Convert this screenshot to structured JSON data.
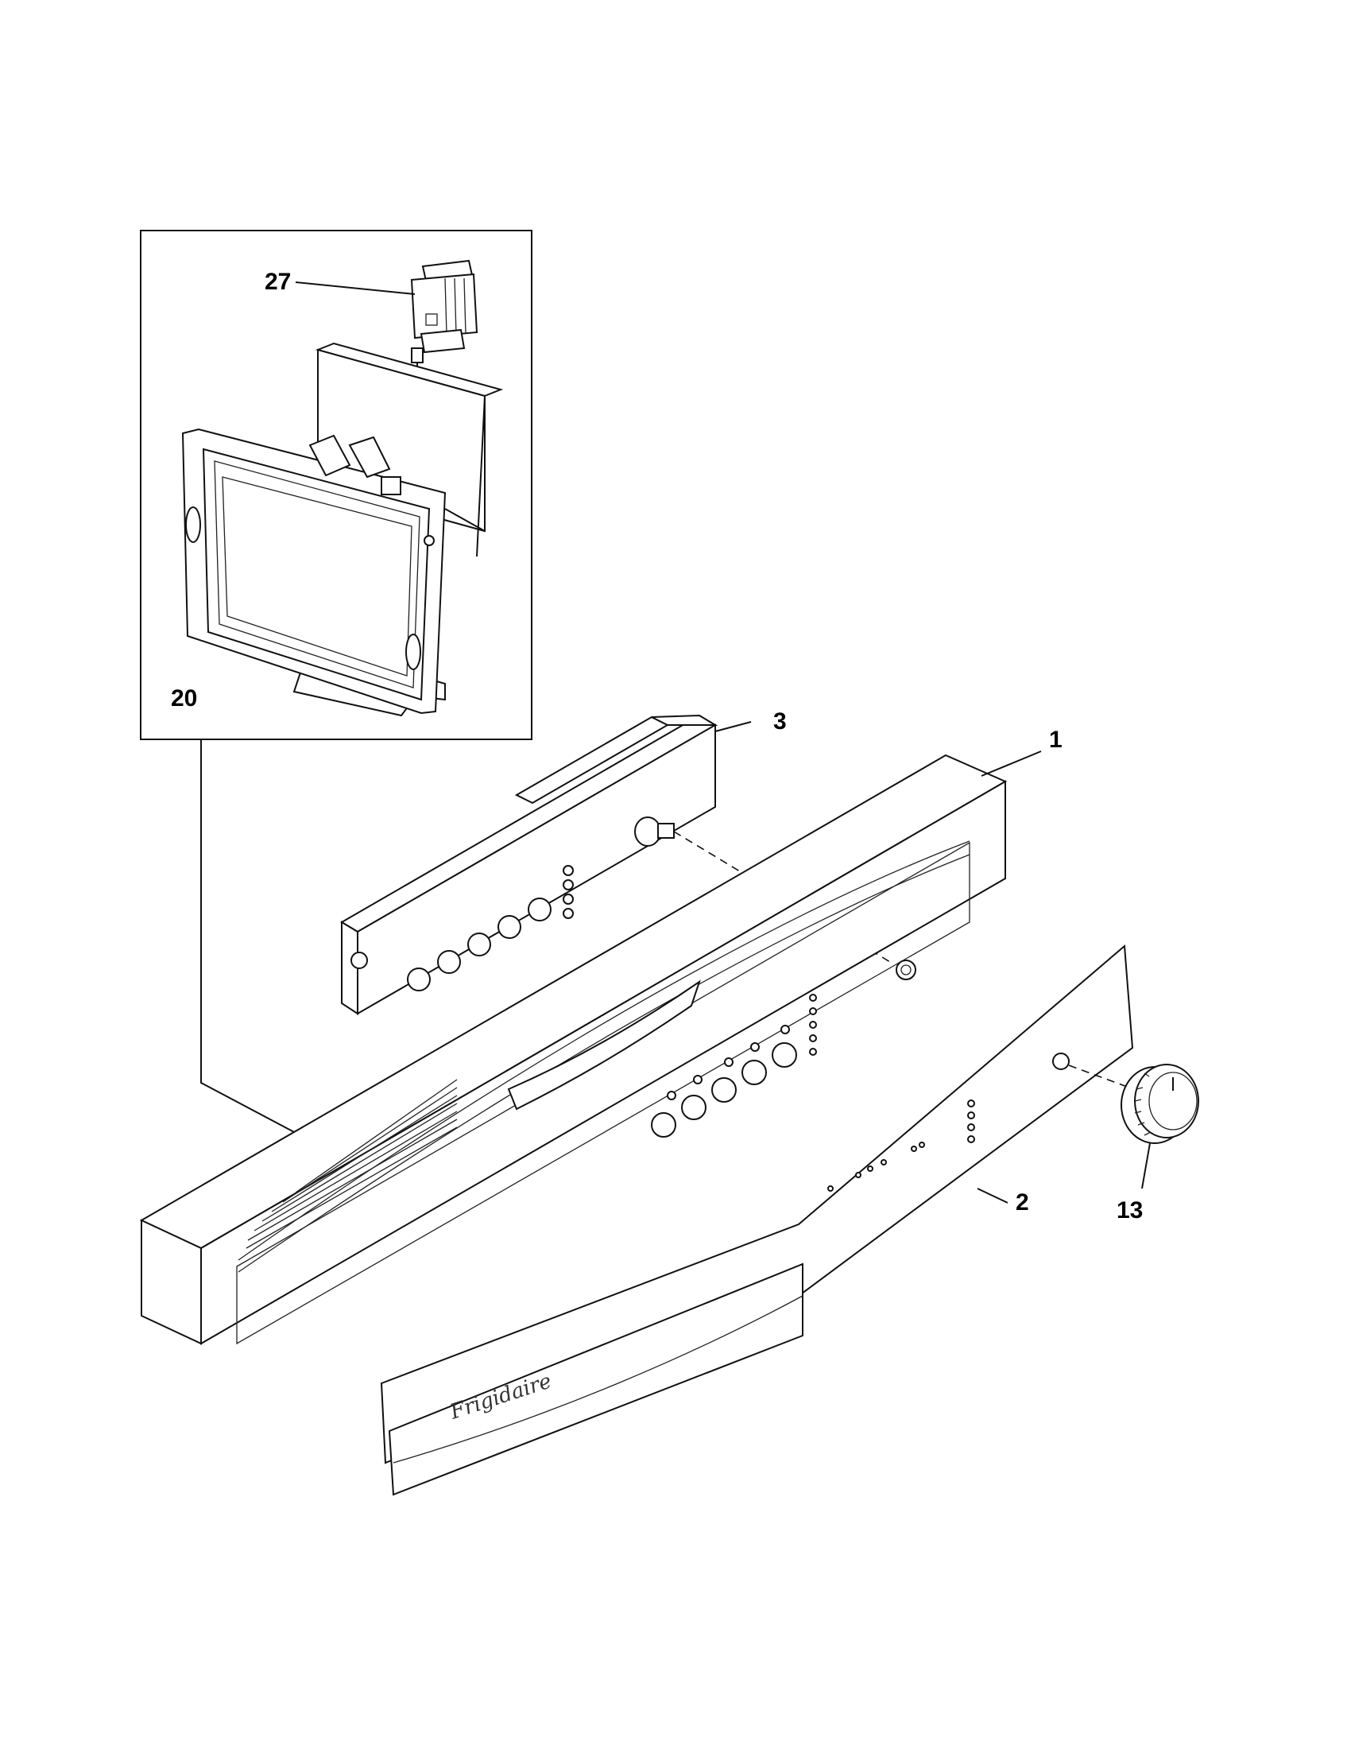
{
  "callouts": {
    "switch": "27",
    "dispenser_module": "20",
    "control_board": "3",
    "console": "1",
    "overlay": "2",
    "knob": "13"
  },
  "brand": "Frigidaire"
}
